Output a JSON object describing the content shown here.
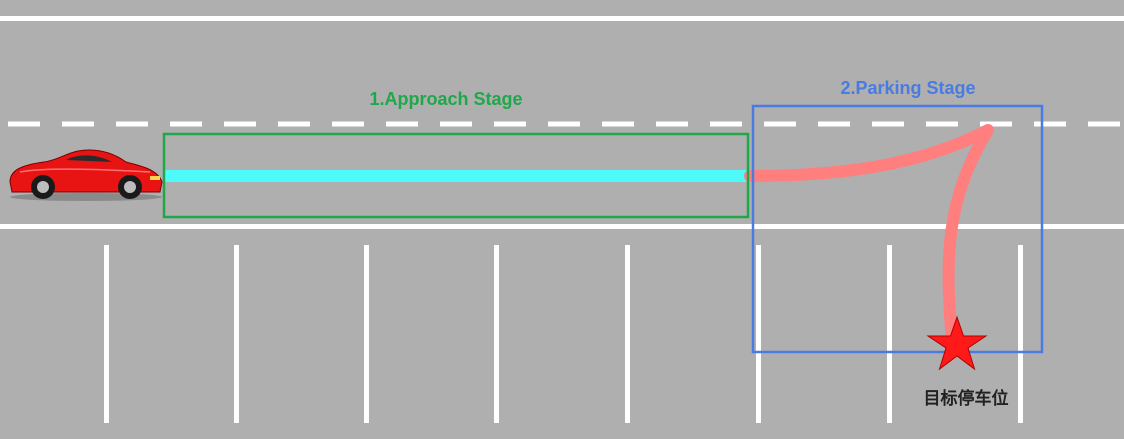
{
  "stages": {
    "approach": {
      "label": "1.Approach Stage",
      "color": "#1fa84a"
    },
    "parking": {
      "label": "2.Parking Stage",
      "color": "#4a7be0"
    }
  },
  "target": {
    "label": "目标停车位",
    "marker_color": "#ff1a1a"
  },
  "colors": {
    "road": "#afafaf",
    "lane_marking": "#ffffff",
    "approach_path": "#4dfbfb",
    "parking_path": "#ff7f7f",
    "car_body": "#e81414"
  },
  "icons": {
    "vehicle": "red-sports-car-icon",
    "target": "star-icon"
  }
}
